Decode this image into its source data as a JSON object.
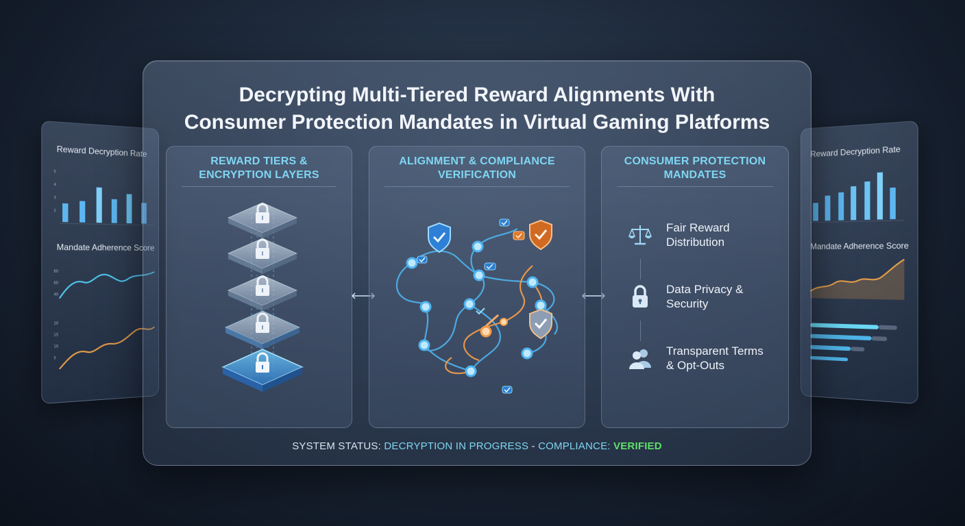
{
  "main": {
    "title_line1": "Decrypting Multi-Tiered Reward Alignments With",
    "title_line2": "Consumer Protection Mandates in Virtual Gaming Platforms"
  },
  "columns": [
    {
      "heading_line1": "REWARD TIERS &",
      "heading_line2": "ENCRYPTION LAYERS"
    },
    {
      "heading_line1": "ALIGNMENT & COMPLIANCE",
      "heading_line2": "VERIFICATION"
    },
    {
      "heading_line1": "CONSUMER PROTECTION",
      "heading_line2": "MANDATES"
    }
  ],
  "mandates": [
    {
      "label_line1": "Fair Reward",
      "label_line2": "Distribution",
      "icon": "scales-icon"
    },
    {
      "label_line1": "Data Privacy &",
      "label_line2": "Security",
      "icon": "lock-icon"
    },
    {
      "label_line1": "Transparent Terms",
      "label_line2": "& Opt-Outs",
      "icon": "users-icon"
    }
  ],
  "status": {
    "prefix": "SYSTEM STATUS: ",
    "decryption": "DECRYPTION IN PROGRESS",
    "sep": " - ",
    "compliance": "COMPLIANCE: ",
    "result": "VERIFIED"
  },
  "left_panel": {
    "title_top": "Reward Decryption Rate",
    "title_mid": "Mandate Adherence Score"
  },
  "right_panel": {
    "title_top": "Reward Decryption Rate",
    "title_mid": "Mandate Adherence Score"
  },
  "colors": {
    "accent_cyan": "#7fd6f2",
    "accent_orange": "#f09a4a",
    "verified_green": "#5fe06a"
  }
}
